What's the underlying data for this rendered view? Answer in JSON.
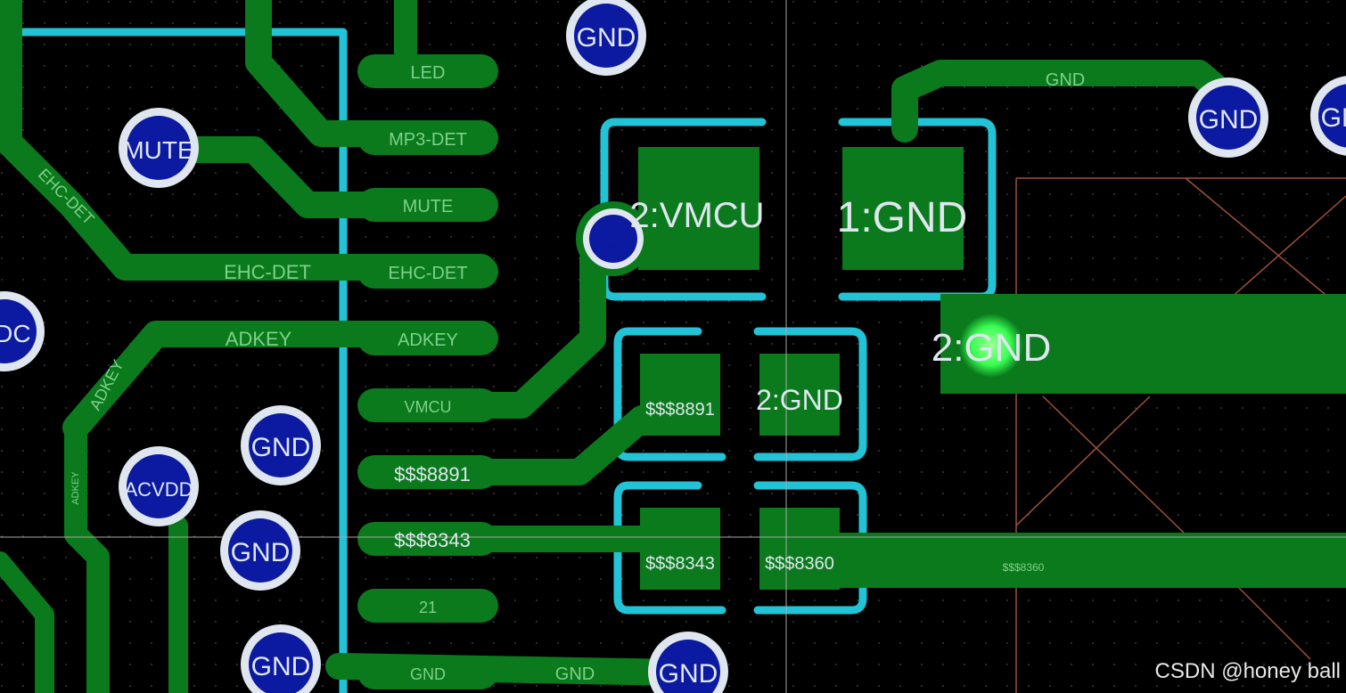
{
  "colors": {
    "background": "#000000",
    "copper": "#0a7a1c",
    "silk": "#22c3d6",
    "via_fill": "#0b1aa0",
    "via_ring": "#dfe6ef",
    "net_label": "#7fd08a",
    "highlight": "#39ff52"
  },
  "vias": {
    "v1": "GND",
    "v2": "MUTE",
    "v3": "GND",
    "v4": "GND",
    "v5": "VDC",
    "v6": "GND",
    "v7": "ACVDD",
    "v8": "GND",
    "v9": "GND",
    "v10": "GND",
    "v11": "GND"
  },
  "pads": {
    "ic_led": "LED",
    "ic_mp3det": "MP3-DET",
    "ic_mute": "MUTE",
    "ic_ehcdet": "EHC-DET",
    "ic_adkey": "ADKEY",
    "ic_vmcu": "VMCU",
    "ic_8891": "$$$8891",
    "ic_8343": "$$$8343",
    "ic_21": "21",
    "ic_gnd": "GND",
    "c1_2": "2:VMCU",
    "c1_1": "1:GND",
    "big_2": "2:GND",
    "r1_1": "$$$8891",
    "r1_2": "2:GND",
    "r2_1": "$$$8343",
    "r2_2": "$$$8360"
  },
  "net_labels": {
    "ehc_det": "EHC-DET",
    "adkey": "ADKEY",
    "adkey_vert": "ADKEY",
    "ehc_top": "EHC-DET",
    "gnd_top": "GND",
    "gnd_bottom": "GND",
    "adkey_small": "ADKEY",
    "big_net": "$$$8360"
  },
  "watermark": "CSDN @honey ball"
}
